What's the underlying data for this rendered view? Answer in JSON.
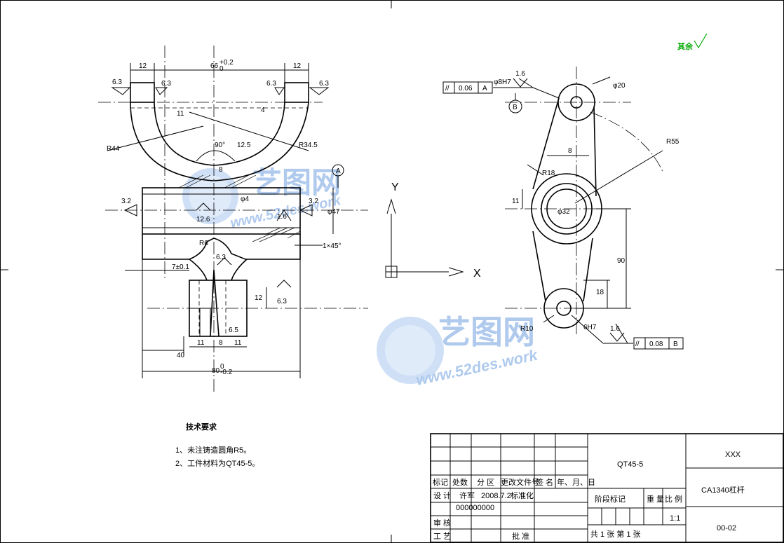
{
  "drawing": {
    "surface_finish_other": "其余",
    "tech_requirements": {
      "title": "技术要求",
      "items": [
        "1、未注铸造圆角R5。",
        "2、工件材料为QT45-5。"
      ]
    },
    "left_view": {
      "dims": {
        "width_top": "66",
        "width_top_tol": "+0.2",
        "width_top_tol2": "0",
        "lug_left": "12",
        "lug_right": "12",
        "rough_63_a": "6.3",
        "rough_63_b": "6.3",
        "rough_63_c": "6.3",
        "rough_63_d": "6.3",
        "d11": "11",
        "d4": "4",
        "r44": "R44",
        "r34": "R34.5",
        "angle": "90°",
        "rough_125_a": "12.5",
        "d8": "8",
        "rough_32_l": "3.2",
        "rough_32_r": "3.2",
        "d_phi4": "φ4",
        "rough_125_b": "12.6",
        "rough_16": "1.6",
        "phi_bore": "φ47",
        "chamfer": "1×45°",
        "r6": "R6",
        "d7": "7±0.1",
        "rough_63_e": "6.3",
        "d12": "12",
        "rough_63_f": "6.3",
        "d65": "6.5",
        "d11_l": "11",
        "d8_m": "8",
        "d11_r": "11",
        "d40": "40",
        "d80": "80",
        "d80_tol": "0",
        "d80_tol2": "-0.2",
        "datum_a": "A"
      }
    },
    "right_view": {
      "dims": {
        "rough_16_top": "1.6",
        "tol_sym": "//",
        "tol_val": "0.06",
        "tol_ref": "A",
        "hole_top": "φ8H7",
        "datum_b": "B",
        "phi20": "φ20",
        "r55": "R55",
        "d8": "8",
        "r18": "R18",
        "d11": "11",
        "phi32": "φ32",
        "d90": "90",
        "d18": "18",
        "r10": "R10",
        "hole_bot": "6H7",
        "rough_16_bot": "1.6",
        "tol2_sym": "//",
        "tol2_val": "0.08",
        "tol2_ref": "B"
      }
    },
    "axes": {
      "x": "X",
      "y": "Y"
    }
  },
  "watermark": {
    "brand": "艺图网",
    "url": "www.52des.work"
  },
  "title_block": {
    "material": "QT45-5",
    "company": "XXX",
    "part_name": "CA1340杠杆",
    "drawing_no": "00-02",
    "headers": [
      "标记",
      "处数",
      "分 区",
      "更改文件号",
      "签 名",
      "年、月、日"
    ],
    "design_label": "设 计",
    "designer": "许军",
    "design_date": "2008.7.2",
    "standard_label": "标准化",
    "designer_id": "000000000",
    "check_label": "审 核",
    "process_label": "工 艺",
    "approve_label": "批 准",
    "stage_label": "阶段标记",
    "weight_label": "重 量",
    "scale_label": "比 例",
    "scale": "1:1",
    "sheet_info": "共 1  张  第  1 张"
  }
}
